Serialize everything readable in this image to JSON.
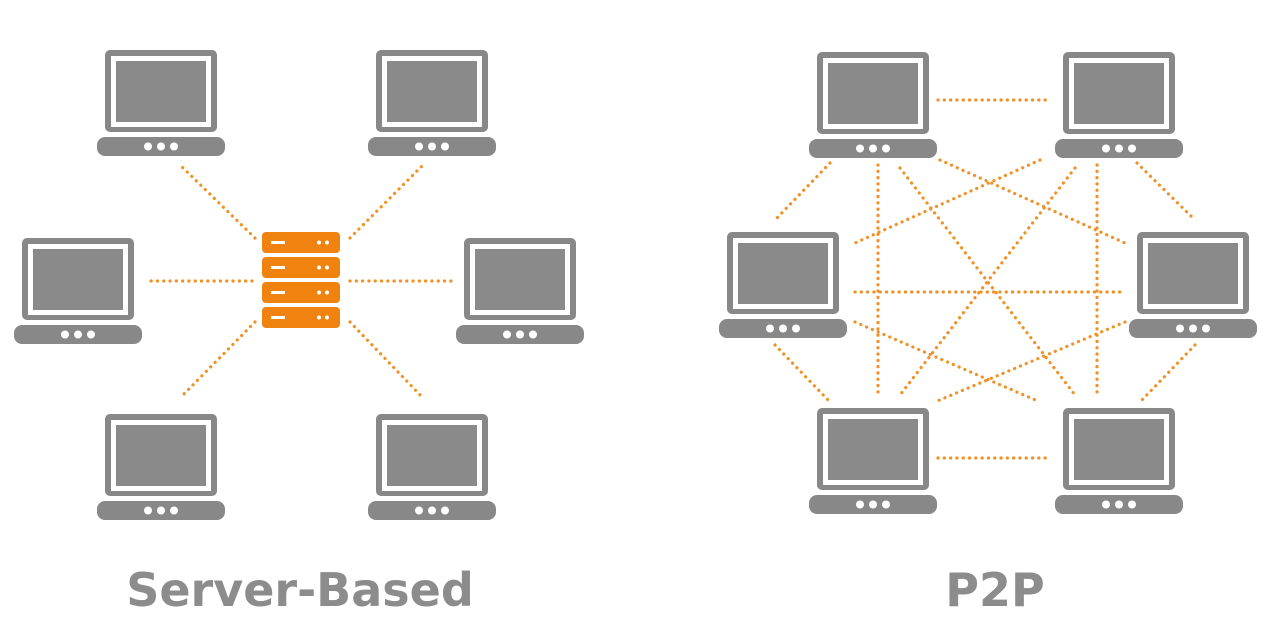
{
  "captions": {
    "server_based": "Server-Based",
    "p2p": "P2P"
  },
  "colors": {
    "laptop_gray": "#888888",
    "screen_gray": "#8a8a8a",
    "server_orange": "#f0820f",
    "link_orange": "#f19125",
    "caption_gray": "#8c8c8c",
    "background": "#ffffff"
  },
  "server_network": {
    "server": {
      "icon": "server-rack-icon",
      "units": 4
    },
    "clients": [
      {
        "id": "client-top-left",
        "icon": "laptop-icon"
      },
      {
        "id": "client-top-right",
        "icon": "laptop-icon"
      },
      {
        "id": "client-middle-left",
        "icon": "laptop-icon"
      },
      {
        "id": "client-middle-right",
        "icon": "laptop-icon"
      },
      {
        "id": "client-bottom-left",
        "icon": "laptop-icon"
      },
      {
        "id": "client-bottom-right",
        "icon": "laptop-icon"
      }
    ],
    "links": [
      [
        "server",
        "client-top-left"
      ],
      [
        "server",
        "client-top-right"
      ],
      [
        "server",
        "client-middle-left"
      ],
      [
        "server",
        "client-middle-right"
      ],
      [
        "server",
        "client-bottom-left"
      ],
      [
        "server",
        "client-bottom-right"
      ]
    ]
  },
  "p2p_network": {
    "peers": [
      {
        "id": "peer-top-left",
        "icon": "laptop-icon"
      },
      {
        "id": "peer-top-right",
        "icon": "laptop-icon"
      },
      {
        "id": "peer-middle-left",
        "icon": "laptop-icon"
      },
      {
        "id": "peer-middle-right",
        "icon": "laptop-icon"
      },
      {
        "id": "peer-bottom-left",
        "icon": "laptop-icon"
      },
      {
        "id": "peer-bottom-right",
        "icon": "laptop-icon"
      }
    ],
    "links": "fully-connected"
  }
}
